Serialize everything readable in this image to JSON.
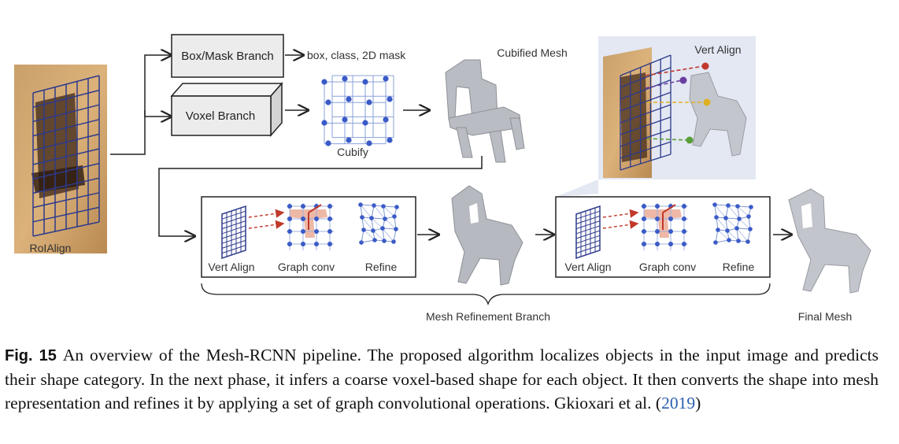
{
  "figure": {
    "labels": {
      "roialign": "RoIAlign",
      "box_mask_branch": "Box/Mask Branch",
      "box_mask_output": "box, class, 2D mask",
      "voxel_branch": "Voxel Branch",
      "cubify": "Cubify",
      "cubified_mesh": "Cubified Mesh",
      "vert_align_title": "Vert Align",
      "vert_align_1": "Vert Align",
      "graph_conv_1": "Graph conv",
      "refine_1": "Refine",
      "vert_align_2": "Vert Align",
      "graph_conv_2": "Graph conv",
      "refine_2": "Refine",
      "mesh_refinement_branch": "Mesh Refinement Branch",
      "final_mesh": "Final Mesh"
    }
  },
  "caption": {
    "label": "Fig. 15",
    "text": "An overview of the Mesh-RCNN pipeline. The proposed algorithm localizes objects in the input image and predicts their shape category. In the next phase, it infers a coarse voxel-based shape for each object. It then converts the shape into mesh representation and refines it by applying a set of graph convolutional operations. Gkioxari et al. (",
    "cite_year": "2019",
    "close": ")"
  },
  "colors": {
    "grid_line": "#2d3a8c",
    "node": "#3a5bc7",
    "highlight": "#e8a08a",
    "arrow_red": "#c0392b",
    "panel_bg": "#e3e8f3",
    "mesh": "#b9bcc2"
  }
}
